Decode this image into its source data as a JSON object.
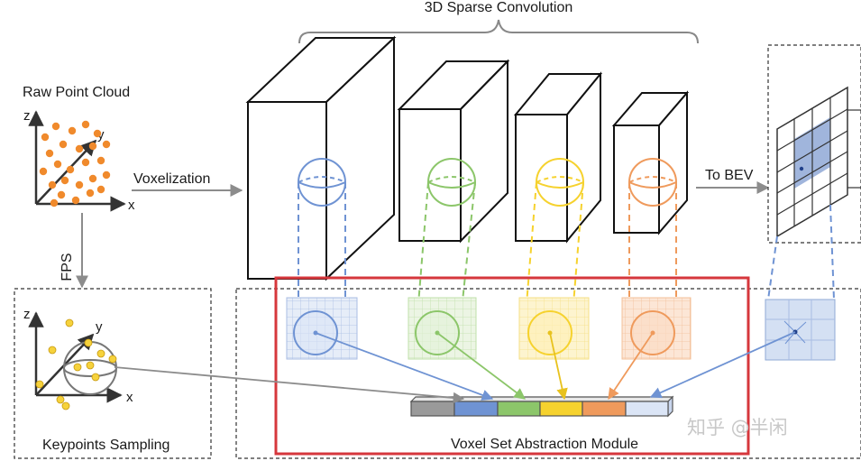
{
  "labels": {
    "title": "3D Sparse Convolution",
    "raw_point_cloud": "Raw Point Cloud",
    "voxelization": "Voxelization",
    "to_bev": "To BEV",
    "fps": "FPS",
    "keypoints_sampling": "Keypoints Sampling",
    "module": "Voxel Set Abstraction Module",
    "watermark": "知乎 @半闲"
  },
  "axes": {
    "raw": {
      "x": "x",
      "y": "y",
      "z": "z"
    },
    "keypoints": {
      "x": "x",
      "y": "y",
      "z": "z"
    }
  },
  "colors": {
    "blue": "#6f93d3",
    "green": "#8cc66a",
    "yellow": "#f6d22e",
    "orange": "#ef9a5c",
    "gray": "#9a9a9a",
    "points_raw": "#f08a2c",
    "points_key": "#f2c230",
    "module_border": "#d6373c",
    "arrow": "#8c8c8c"
  }
}
